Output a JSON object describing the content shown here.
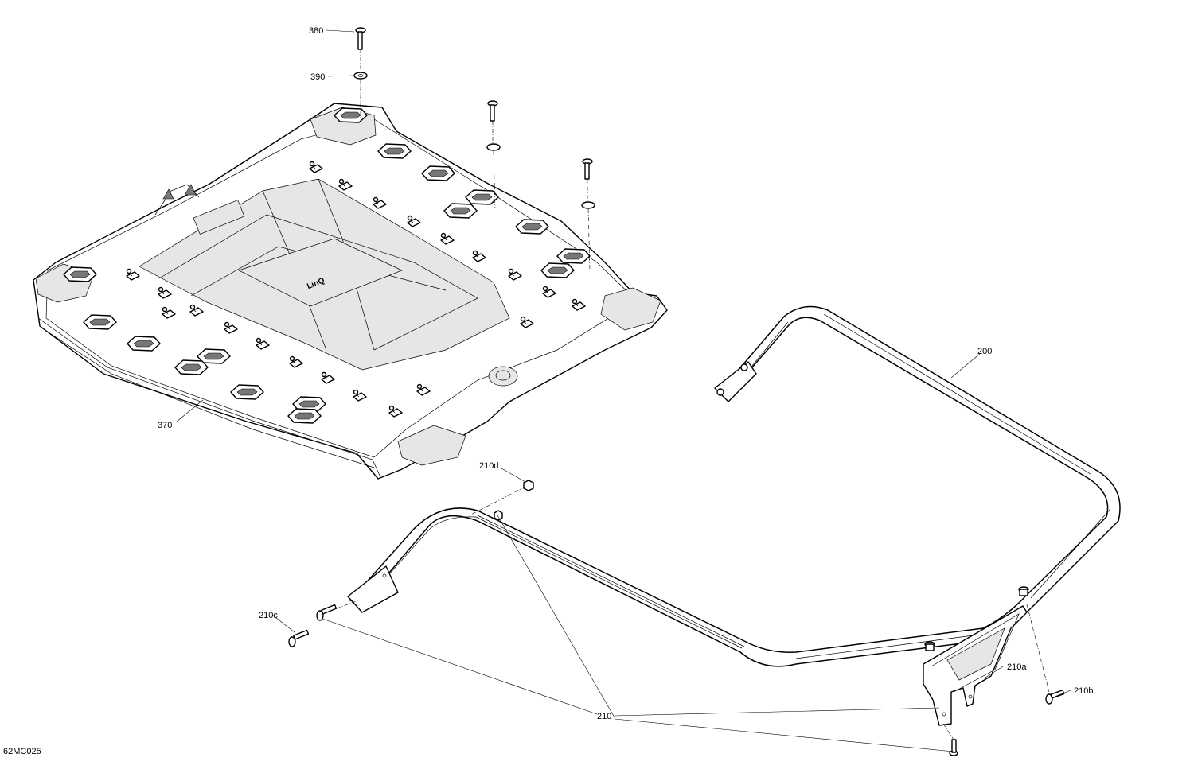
{
  "diagram_code": "62MC025",
  "callouts": {
    "c380": "380",
    "c390": "390",
    "c370": "370",
    "c200": "200",
    "c210d": "210d",
    "c210c": "210c",
    "c210": "210",
    "c210a": "210a",
    "c210b": "210b"
  },
  "colors": {
    "line": "#000000",
    "background": "#ffffff",
    "shade": "#e6e6e6"
  }
}
